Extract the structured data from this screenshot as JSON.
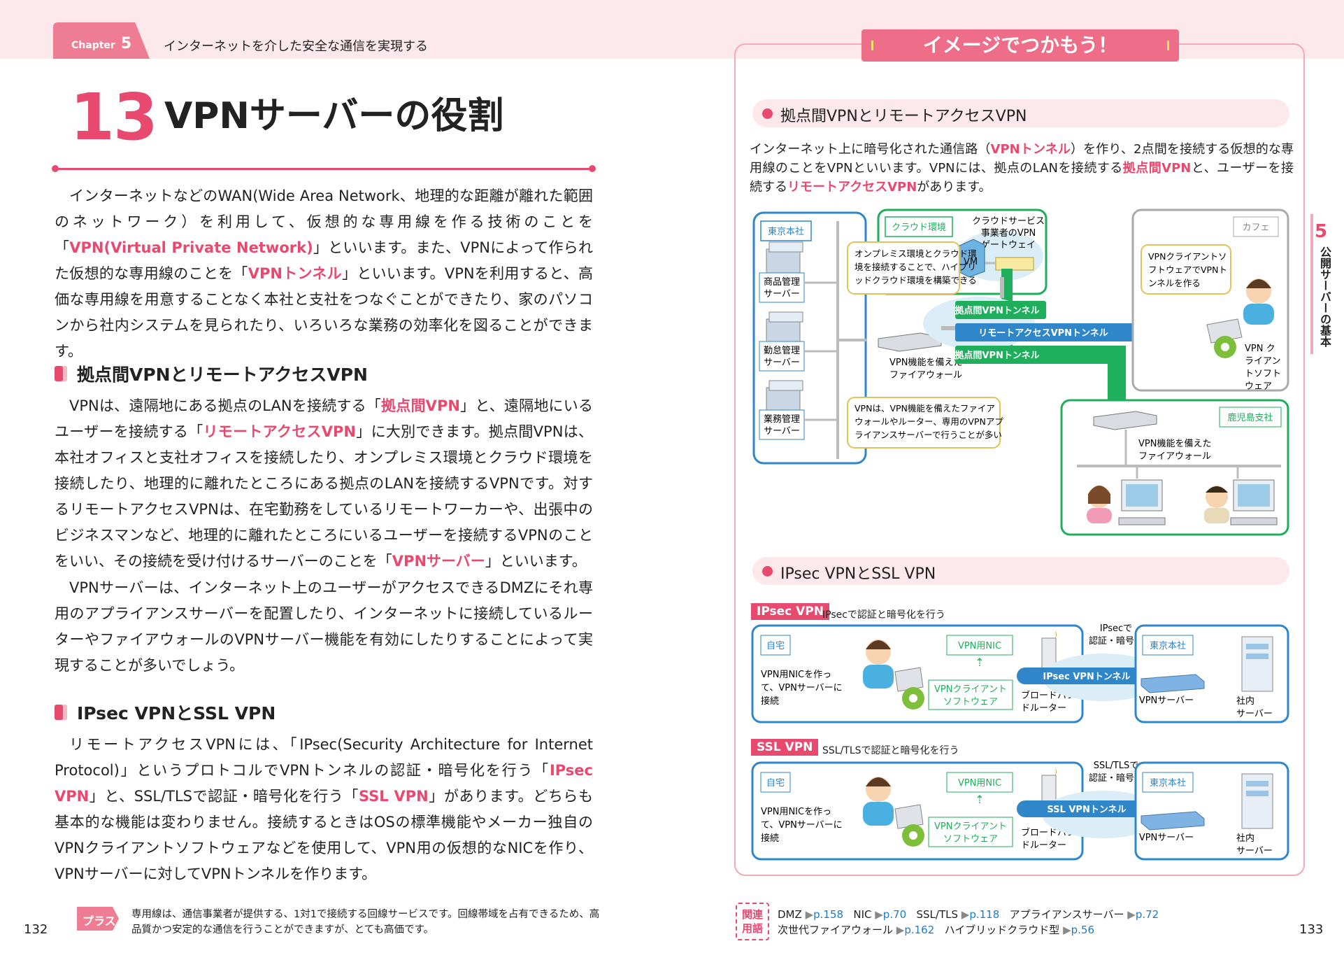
{
  "header": {
    "chapter_label": "Chapter",
    "chapter_number": "5",
    "chapter_title": "インターネットを介した安全な通信を実現する"
  },
  "section": {
    "number": "13",
    "title": "VPNサーバーの役割"
  },
  "left": {
    "p1_a": "インターネットなどのWAN(Wide Area Network、地理的な距離が離れた範囲のネットワーク）を利用して、仮想的な専用線を作る技術のことを「",
    "p1_b": "VPN(Virtual Private Network)",
    "p1_c": "」といいます。また、VPNによって作られた仮想的な専用線のことを「",
    "p1_d": "VPNトンネル",
    "p1_e": "」といいます。VPNを利用すると、高価な専用線を用意することなく本社と支社をつなぐことができたり、家のパソコンから社内システムを見られたり、いろいろな業務の効率化を図ることができます。",
    "h1": "拠点間VPNとリモートアクセスVPN",
    "p2_a": "VPNは、遠隔地にある拠点のLANを接続する「",
    "p2_b": "拠点間VPN",
    "p2_c": "」と、遠隔地にいるユーザーを接続する「",
    "p2_d": "リモートアクセスVPN",
    "p2_e": "」に大別できます。拠点間VPNは、本社オフィスと支社オフィスを接続したり、オンプレミス環境とクラウド環境を接続したり、地理的に離れたところにある拠点のLANを接続するVPNです。対するリモートアクセスVPNは、在宅勤務をしているリモートワーカーや、出張中のビジネスマンなど、地理的に離れたところにいるユーザーを接続するVPNのことをいい、その接続を受け付けるサーバーのことを「",
    "p2_f": "VPNサーバー",
    "p2_g": "」といいます。",
    "p3": "VPNサーバーは、インターネット上のユーザーがアクセスできるDMZにそれ専用のアプライアンスサーバーを配置したり、インターネットに接続しているルーターやファイアウォールのVPNサーバー機能を有効にしたりすることによって実現することが多いでしょう。",
    "h2": "IPsec VPNとSSL VPN",
    "p4_a": "リモートアクセスVPNには、「IPsec(Security Architecture for Internet Protocol)」というプロトコルでVPNトンネルの認証・暗号化を行う「",
    "p4_b": "IPsec VPN",
    "p4_c": "」と、SSL/TLSで認証・暗号化を行う「",
    "p4_d": "SSL VPN",
    "p4_e": "」があります。どちらも基本的な機能は変わりません。接続するときはOSの標準機能やメーカー独自のVPNクライアントソフトウェアなどを使用して、VPN用の仮想的なNICを作り、VPNサーバーに対してVPNトンネルを作ります。",
    "footnote_label": "プラス1",
    "footnote": "専用線は、通信事業者が提供する、1対1で接続する回線サービスです。回線帯域を占有できるため、高品質かつ安定的な通信を行うことができますが、とても高価です。",
    "page": "132"
  },
  "right": {
    "banner": "イメージでつかもう！",
    "pill1": "拠点間VPNとリモートアクセスVPN",
    "intro_a": "インターネット上に暗号化された通信路（",
    "intro_b": "VPNトンネル",
    "intro_c": "）を作り、2点間を接続する仮想的な専用線のことをVPNといいます。VPNには、拠点のLANを接続する",
    "intro_d": "拠点間VPN",
    "intro_e": "と、ユーザーを接続する",
    "intro_f": "リモートアクセスVPN",
    "intro_g": "があります。",
    "d1": {
      "hq": "東京本社",
      "srv1a": "商品管理",
      "srv1b": "サーバー",
      "srv2a": "勤怠管理",
      "srv2b": "サーバー",
      "srv3a": "業務管理",
      "srv3b": "サーバー",
      "cloud": "クラウド環境",
      "cloud_gw_a": "クラウドサービス",
      "cloud_gw_b": "事業者のVPN",
      "cloud_gw_c": "ゲートウェイ",
      "vm": "VM",
      "bubble1_a": "オンプレミス環境とクラウド環",
      "bubble1_b": "境を接続することで、ハイブリ",
      "bubble1_c": "ッドクラウド環境を構築できる",
      "fw_a": "VPN機能を備えた",
      "fw_b": "ファイアウォール",
      "t1": "拠点間VPNトンネル",
      "t2": "リモートアクセスVPNトンネル",
      "t3": "拠点間VPNトンネル",
      "bubble2_a": "VPNは、VPN機能を備えたファイア",
      "bubble2_b": "ウォールやルーター、専用のVPNアプ",
      "bubble2_c": "ライアンスサーバーで行うことが多い",
      "cafe": "カフェ",
      "bubble3_a": "VPNクライアントソ",
      "bubble3_b": "フトウェアでVPNト",
      "bubble3_c": "ンネルを作る",
      "client_a": "VPN ク",
      "client_b": "ライアン",
      "client_c": "トソフト",
      "client_d": "ウェア",
      "branch": "鹿児島支社",
      "fw2_a": "VPN機能を備えた",
      "fw2_b": "ファイアウォール"
    },
    "pill2": "IPsec VPNとSSL VPN",
    "ipsec": {
      "tag": "IPsec VPN",
      "desc": "IPsecで認証と暗号化を行う",
      "home": "自宅",
      "nic": "VPN用NIC",
      "home_a": "VPN用NICを作っ",
      "home_b": "て、VPNサーバーに",
      "home_c": "接続",
      "client_a": "VPNクライアント",
      "client_b": "ソフトウェア",
      "router_a": "ブロードバン",
      "router_b": "ドルーター",
      "note_a": "IPsecで",
      "note_b": "認証・暗号化",
      "tunnel": "IPsec VPNトンネル",
      "hq": "東京本社",
      "vpn_server": "VPNサーバー",
      "int_a": "社内",
      "int_b": "サーバー"
    },
    "ssl": {
      "tag": "SSL VPN",
      "desc": "SSL/TLSで認証と暗号化を行う",
      "home": "自宅",
      "nic": "VPN用NIC",
      "home_a": "VPN用NICを作っ",
      "home_b": "て、VPNサーバーに",
      "home_c": "接続",
      "client_a": "VPNクライアント",
      "client_b": "ソフトウェア",
      "router_a": "ブロードバン",
      "router_b": "ドルーター",
      "note_a": "SSL/TLSで",
      "note_b": "認証・暗号化",
      "tunnel": "SSL VPNトンネル",
      "hq": "東京本社",
      "vpn_server": "VPNサーバー",
      "int_a": "社内",
      "int_b": "サーバー"
    },
    "side_num": "5",
    "side_text": "公開サーバーの基本",
    "related_a": "関連",
    "related_b": "用語",
    "rel": {
      "t1": "DMZ",
      "p1": "p.158",
      "t2": "NIC",
      "p2": "p.70",
      "t3": "SSL/TLS",
      "p3": "p.118",
      "t4": "アプライアンスサーバー",
      "p4": "p.72",
      "t5": "次世代ファイアウォール",
      "p5": "p.162",
      "t6": "ハイブリッドクラウド型",
      "p6": "p.56"
    },
    "page": "133"
  },
  "colors": {
    "accent": "#e84a6f",
    "green": "#1fae5b",
    "blue": "#2f86c8"
  }
}
